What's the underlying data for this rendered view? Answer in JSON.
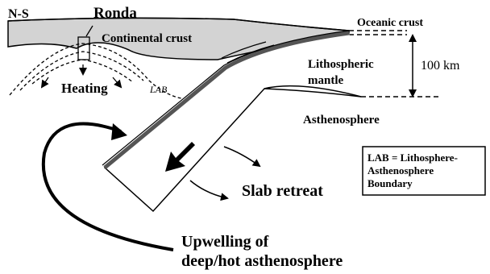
{
  "labels": {
    "ns": "N-S",
    "ronda": "Ronda",
    "continental_crust": "Continental crust",
    "oceanic_crust": "Oceanic crust",
    "lithospheric_mantle_1": "Lithospheric",
    "lithospheric_mantle_2": "mantle",
    "thickness": "100 km",
    "heating": "Heating",
    "lab": "LAB",
    "asthenosphere": "Asthenosphere",
    "slab_retreat": "Slab retreat",
    "upwelling_1": "Upwelling of",
    "upwelling_2": "deep/hot asthenosphere"
  },
  "legend": {
    "line1": "LAB = Lithosphere-",
    "line2": "Asthenosphere",
    "line3": "Boundary"
  },
  "colors": {
    "crust_fill": "#d3d3d3",
    "slab_top": "#555555",
    "ink": "#000000"
  }
}
